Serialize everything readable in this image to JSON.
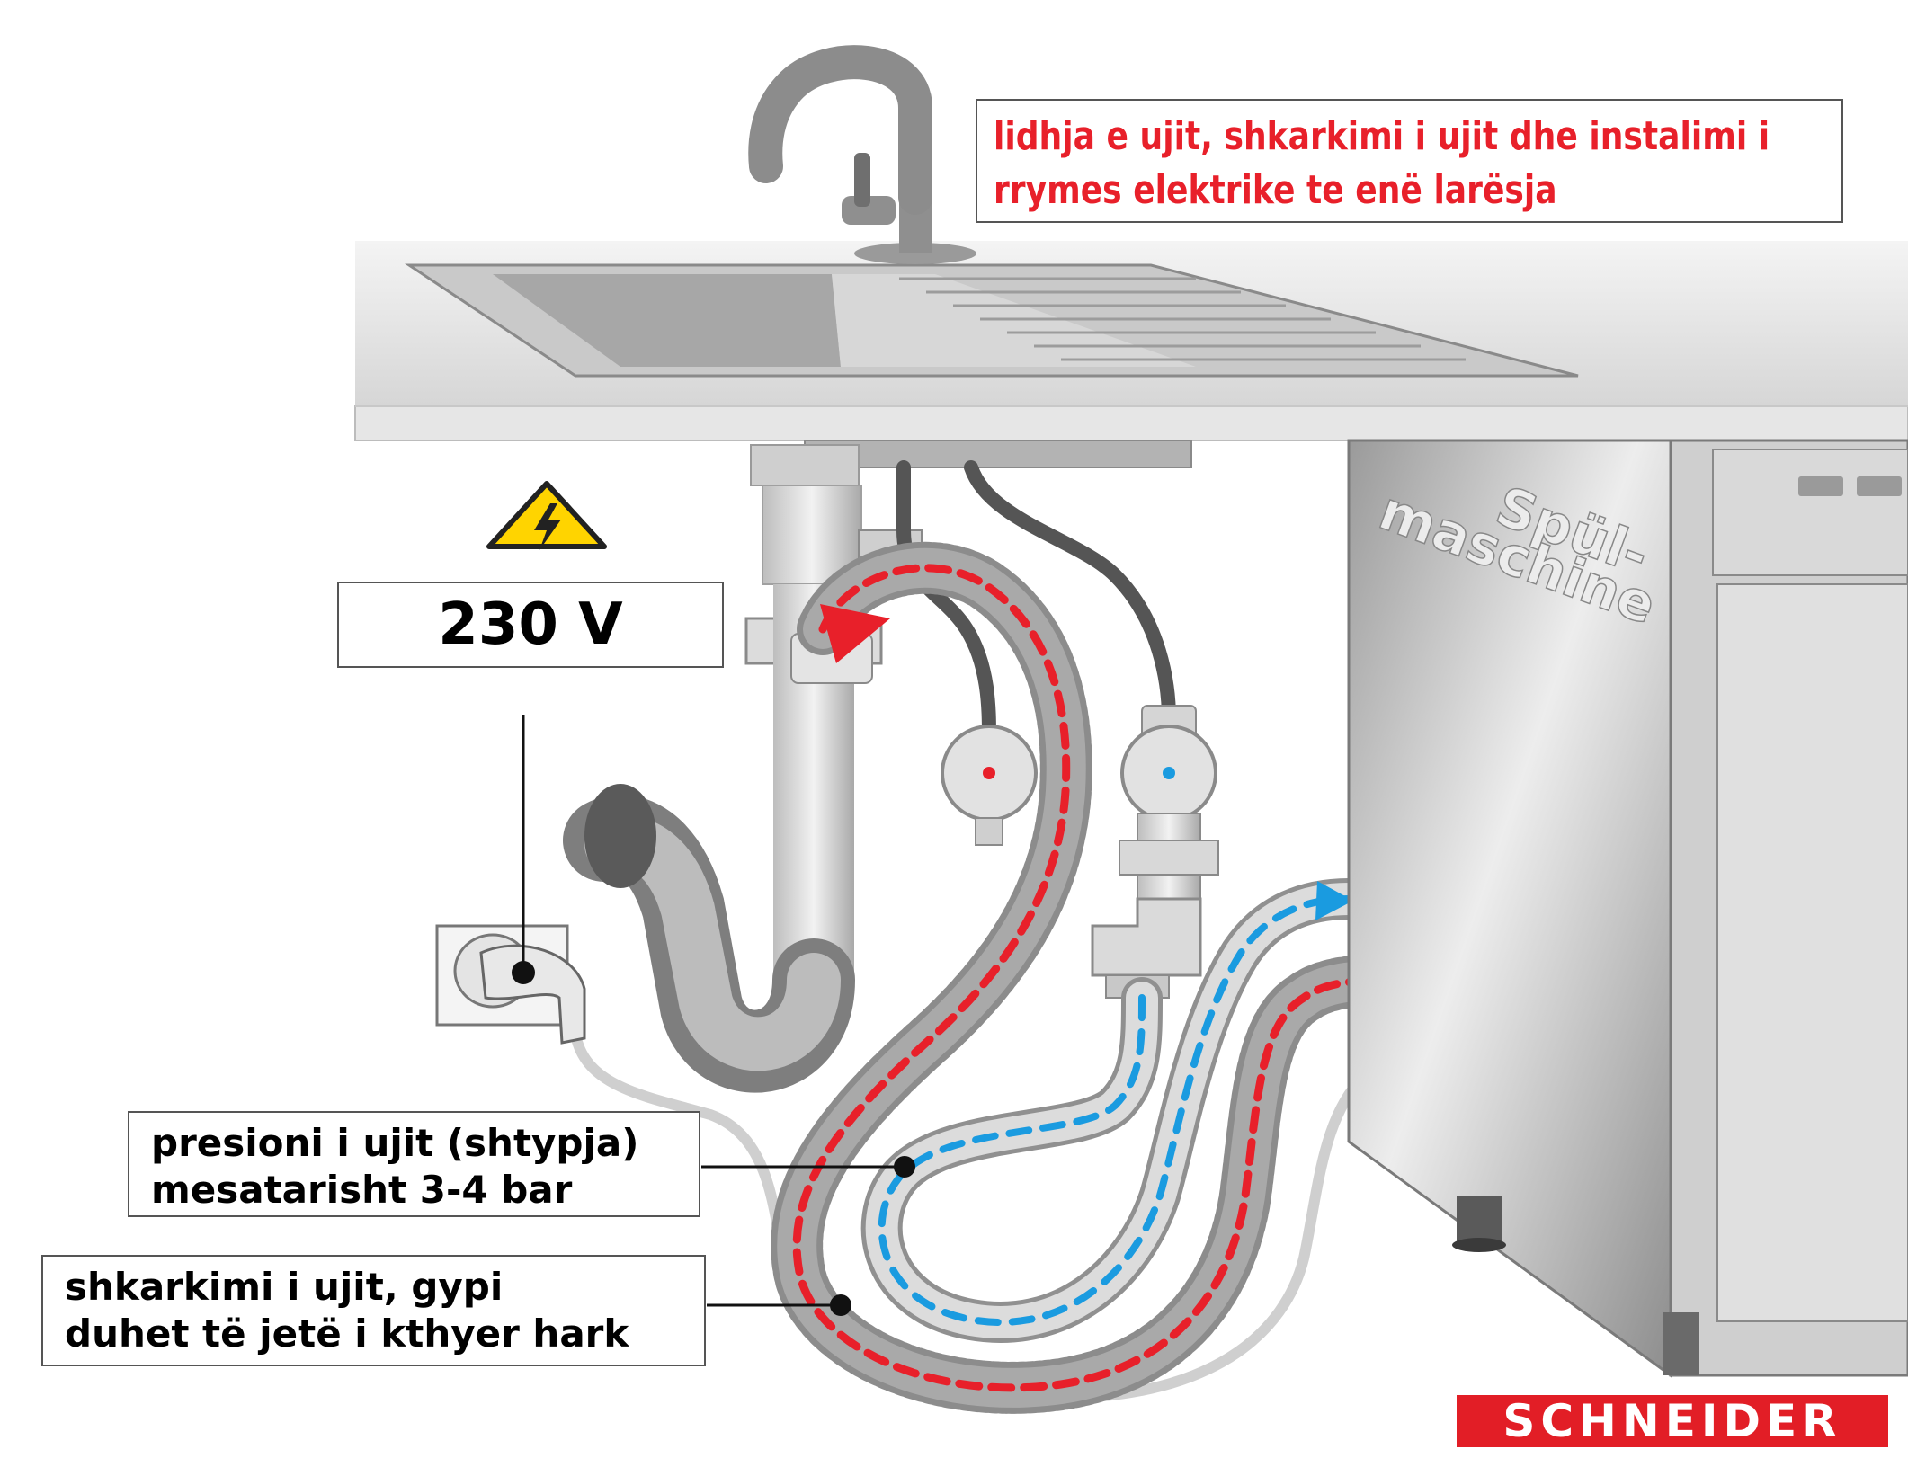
{
  "title": {
    "line1": "lidhja e ujit, shkarkimi i ujit dhe instalimi i",
    "line2": "rrymes elektrike te enë larësja"
  },
  "voltage_label": "230 V",
  "pressure_label": {
    "line1": "presioni i ujit (shtypja)",
    "line2": "mesatarisht  3-4 bar"
  },
  "drain_label": {
    "line1": "shkarkimi i ujit, gypi",
    "line2": "duhet të jetë i kthyer hark"
  },
  "machine_label": {
    "line1": "Spül-",
    "line2": "maschine"
  },
  "brand": "SCHNEIDER",
  "icons": [
    "high-voltage-warning-icon",
    "hot-water-valve-icon",
    "cold-water-valve-icon",
    "socket-icon",
    "plug-icon"
  ],
  "colors": {
    "accent_red": "#e8202a",
    "title_red": "#e8202a",
    "cold_blue": "#1a9be0",
    "warning_yellow": "#ffd400",
    "brand_red": "#e21e26"
  }
}
